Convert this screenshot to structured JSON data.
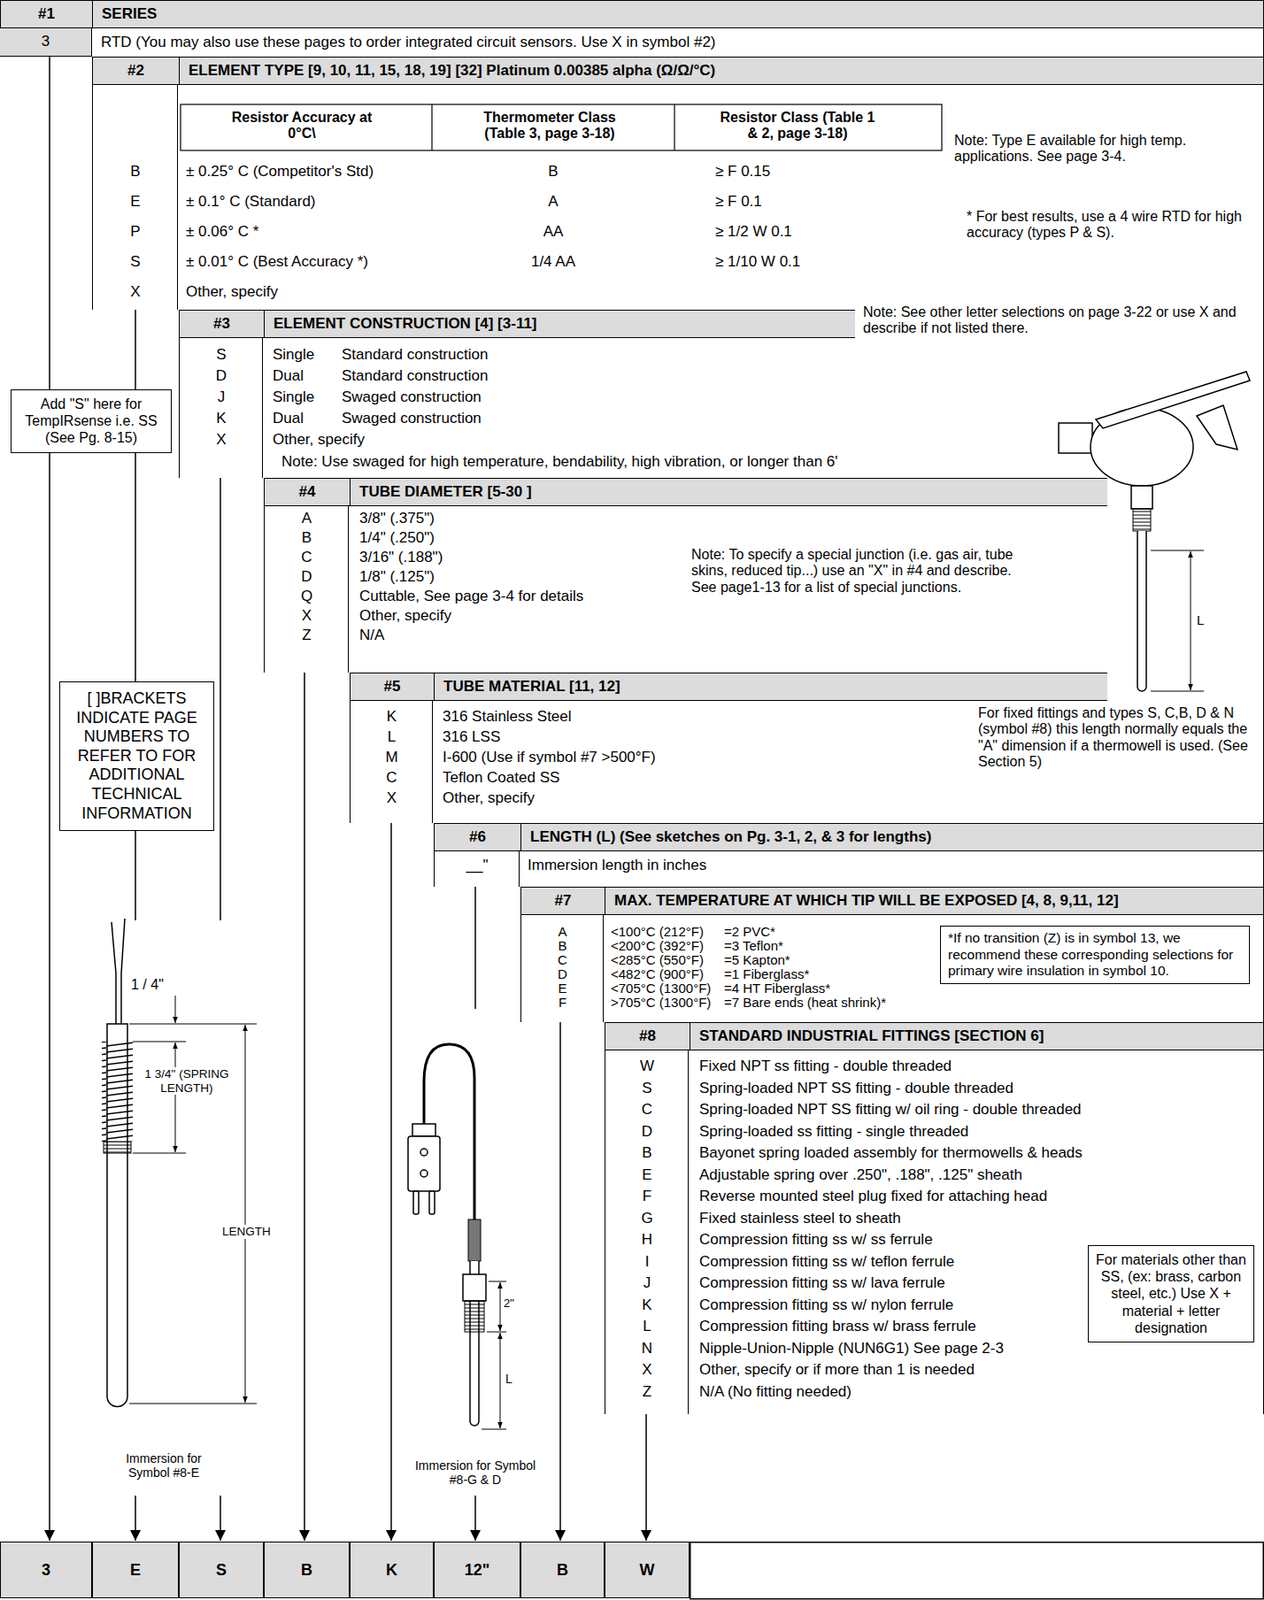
{
  "diagram": {
    "nodes": [
      {
        "text": [
          "#1",
          "SERIES"
        ]
      },
      {
        "text": [
          "#2",
          "ELEMENT TYPE [9, 10, 11, 15, 18, 19] [32] Platinum 0.00385 alpha (Ω/Ω/°C)"
        ]
      },
      {
        "text": [
          "Add \"S\" here for TempIRsense i.e. SS (See Pg. 8-15)"
        ]
      },
      {
        "text": [
          "#3",
          "ELEMENT CONSTRUCTION [4] [3-11]"
        ]
      },
      {
        "text": [
          "#4",
          "TUBE DIAMETER [5-30 ]"
        ]
      },
      {
        "text": [
          "#5",
          "TUBE MATERIAL [11, 12]"
        ]
      },
      {
        "text": [
          "[ ]BRACKETS INDICATE PAGE NUMBERS TO REFER TO FOR ADDITIONAL TECHNICAL INFORMATION"
        ]
      },
      {
        "text": [
          "#6",
          "LENGTH (L) (See sketches on Pg. 3-1, 2, & 3 for lengths)"
        ]
      },
      {
        "text": [
          "#7",
          "MAX. TEMPERATURE AT WHICH TIP WILL BE EXPOSED [4, 8, 9,11, 12]"
        ]
      },
      {
        "text": [
          "*If no transition (Z) is in symbol 13, we recommend these corresponding selections for primary wire insulation in symbol 10."
        ],
        "in": 8
      },
      {
        "text": [
          "#8",
          "STANDARD INDUSTRIAL FITTINGS [SECTION 6]"
        ]
      },
      {
        "text": [
          "For materials other than SS, (ex: brass, carbon steel, etc.) Use X + material + letter designation"
        ],
        "in": 10
      },
      {
        "text": [
          "3"
        ]
      },
      {
        "text": [
          "E"
        ]
      },
      {
        "text": [
          "S"
        ]
      },
      {
        "text": [
          "B"
        ]
      },
      {
        "text": [
          "K"
        ]
      },
      {
        "text": [
          "12\""
        ]
      },
      {
        "text": [
          "B"
        ]
      },
      {
        "text": [
          "W"
        ]
      }
    ],
    "edges": [
      {
        "from": 0,
        "to": 12,
        "arrow": "to"
      },
      {
        "from": 1,
        "to": 13,
        "arrow": "to"
      },
      {
        "from": 3,
        "to": 14,
        "arrow": "to"
      },
      {
        "from": 4,
        "to": 15,
        "arrow": "to"
      },
      {
        "from": 5,
        "to": 16,
        "arrow": "to"
      },
      {
        "from": 7,
        "to": 17,
        "arrow": "to"
      },
      {
        "from": 8,
        "to": 18,
        "arrow": "to"
      },
      {
        "from": 10,
        "to": 19,
        "arrow": "to"
      }
    ],
    "labels": [
      "3",
      "RTD (You may also use these pages to order integrated circuit sensors. Use X in symbol #2)",
      "Resistor Accuracy at 0°C\\",
      "Thermometer Class (Table 3, page 3-18)",
      "Resistor Class (Table 1 & 2, page 3-18)",
      "B",
      "E",
      "P",
      "S",
      "X",
      "± 0.25° C (Competitor's Std)",
      "± 0.1° C (Standard)",
      "± 0.06° C *",
      "± 0.01° C (Best Accuracy *)",
      "Other, specify",
      "B",
      "A",
      "AA",
      "1/4 AA",
      "≥ F 0.15",
      "≥ F 0.1",
      "≥ 1/2 W 0.1",
      "≥ 1/10 W 0.1",
      "Note: Type E available for high temp. applications. See page 3-4.",
      "* For best results, use a 4 wire RTD for high accuracy (types P & S).",
      "Note: See other letter selections on page 3-22 or use X and describe if not listed there.",
      "S",
      "D",
      "J",
      "K",
      "X",
      "Single",
      "Dual",
      "Single",
      "Dual",
      "Other, specify",
      "Standard construction",
      "Standard construction",
      "Swaged construction",
      "Swaged construction",
      "Note: Use swaged for high temperature, bendability, high vibration, or longer than 6'",
      "A",
      "B",
      "C",
      "D",
      "Q",
      "X",
      "Z",
      "3/8\" (.375\")",
      "1/4\" (.250\")",
      "3/16\" (.188\")",
      "1/8\" (.125\")",
      "Cuttable, See page 3-4 for details",
      "Other, specify",
      "N/A",
      "Note: To specify a special junction (i.e. gas air, tube skins, reduced tip...) use an \"X\" in #4 and describe. See page1-13 for a list of special junctions.",
      "K",
      "L",
      "M",
      "C",
      "X",
      "316 Stainless Steel",
      "316 LSS",
      "I-600 (Use if symbol #7 >500°F)",
      "Teflon Coated SS",
      "Other, specify",
      "For fixed fittings and types S, C,B, D & N (symbol #8) this length normally equals the \"A\" dimension if a thermowell is used. (See Section 5)",
      "__\"",
      "Immersion length in inches",
      "A",
      "B",
      "C",
      "D",
      "E",
      "F",
      "<100°C (212°F)",
      "<200°C (392°F)",
      "<285°C (550°F)",
      "<482°C (900°F)",
      "<705°C (1300°F)",
      ">705°C (1300°F)",
      "=2 PVC*",
      "=3 Teflon*",
      "=5 Kapton*",
      "=1 Fiberglass*",
      "=4 HT Fiberglass*",
      "=7 Bare ends (heat shrink)*",
      "W",
      "S",
      "C",
      "D",
      "B",
      "E",
      "F",
      "G",
      "H",
      "I",
      "J",
      "K",
      "L",
      "N",
      "X",
      "Z",
      "Fixed NPT ss fitting - double threaded",
      "Spring-loaded NPT SS fitting - double threaded",
      "Spring-loaded NPT SS fitting w/ oil ring - double threaded",
      "Spring-loaded ss fitting - single threaded",
      "Bayonet spring loaded assembly for thermowells & heads",
      "Adjustable spring over .250\", .188\", .125\" sheath",
      "Reverse mounted steel plug fixed for attaching head",
      "Fixed stainless steel to sheath",
      "Compression fitting ss w/ ss ferrule",
      "Compression fitting ss w/ teflon ferrule",
      "Compression fitting ss w/ lava ferrule",
      "Compression fitting ss w/ nylon ferrule",
      "Compression fitting brass w/ brass ferrule",
      "Nipple-Union-Nipple (NUN6G1) See page 2-3",
      "Other, specify or if more than 1 is needed",
      "N/A (No fitting needed)",
      "1 / 4\"",
      "1 3/4\" (SPRING LENGTH)",
      "LENGTH",
      "Immersion for Symbol #8-E",
      "2\"",
      "L",
      "Immersion for Symbol #8-G & D",
      "L"
    ]
  }
}
